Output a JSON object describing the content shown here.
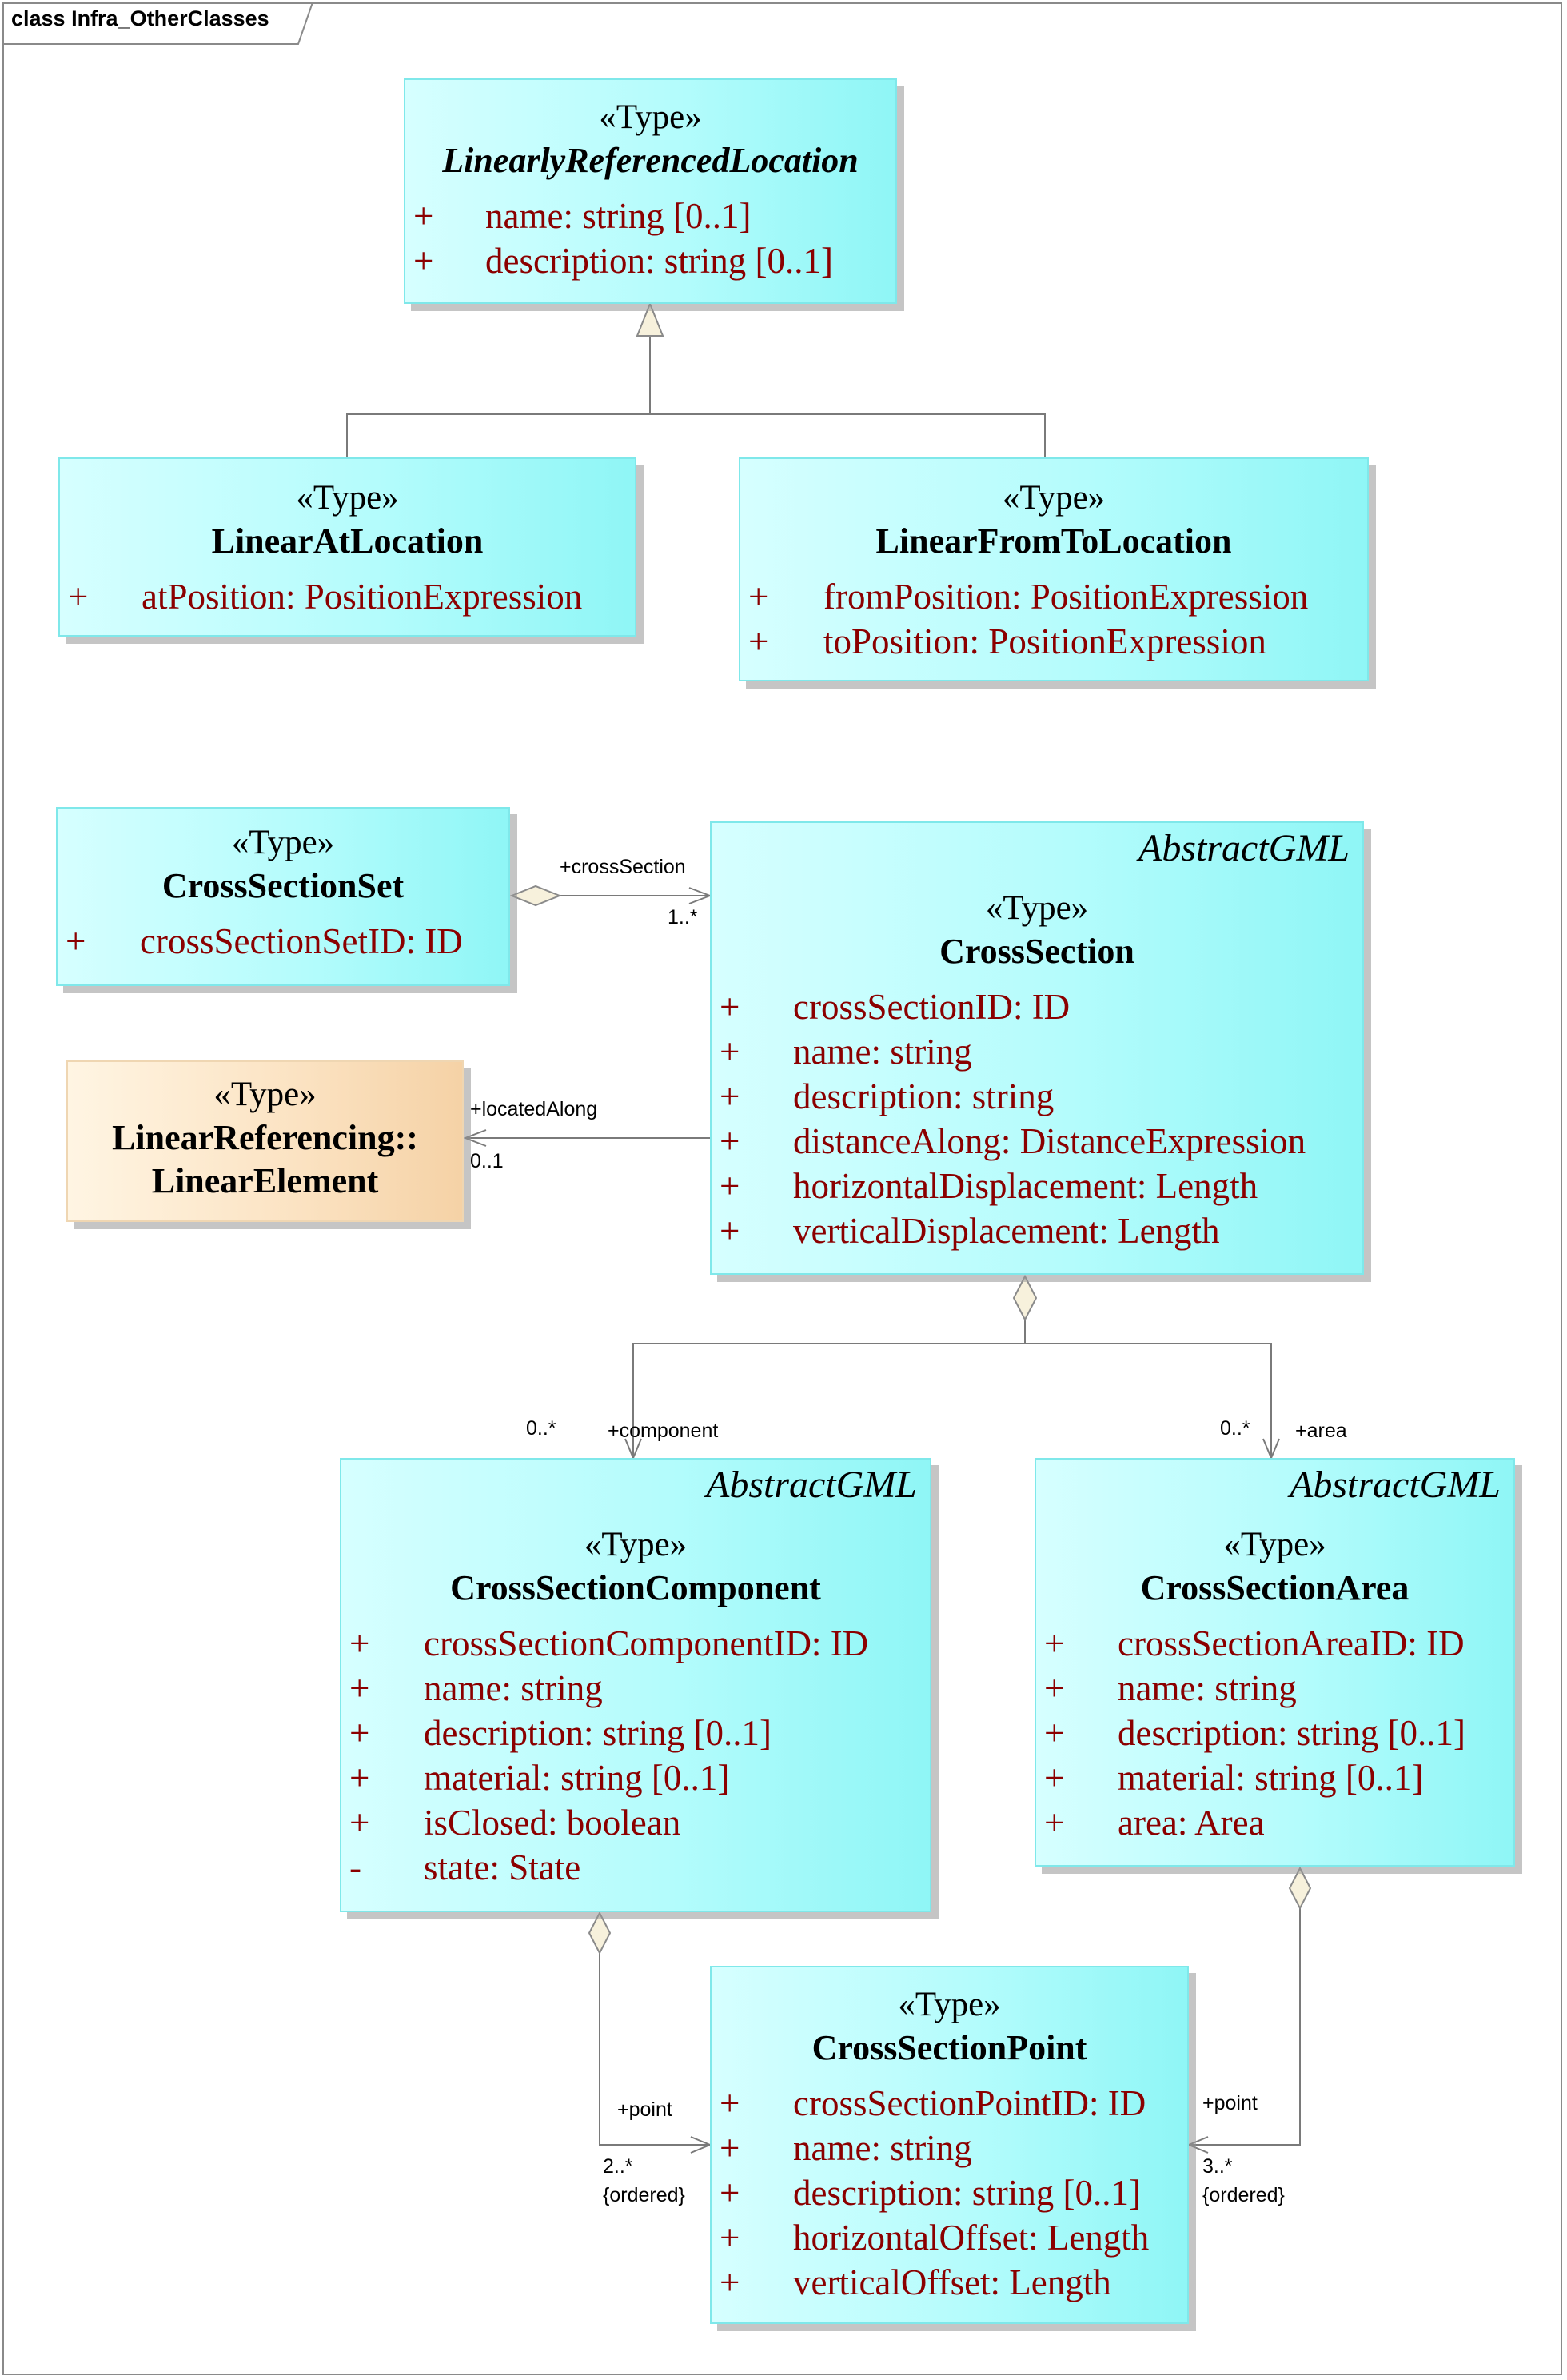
{
  "frame": {
    "title": "class Infra_OtherClasses"
  },
  "classes": {
    "lrl": {
      "stereotype": "«Type»",
      "name": "LinearlyReferencedLocation",
      "attributes": [
        {
          "vis": "+",
          "text": "name: string [0..1]"
        },
        {
          "vis": "+",
          "text": "description: string [0..1]"
        }
      ]
    },
    "lal": {
      "stereotype": "«Type»",
      "name": "LinearAtLocation",
      "attributes": [
        {
          "vis": "+",
          "text": "atPosition: PositionExpression"
        }
      ]
    },
    "lftl": {
      "stereotype": "«Type»",
      "name": "LinearFromToLocation",
      "attributes": [
        {
          "vis": "+",
          "text": "fromPosition: PositionExpression"
        },
        {
          "vis": "+",
          "text": "toPosition: PositionExpression"
        }
      ]
    },
    "css": {
      "stereotype": "«Type»",
      "name": "CrossSectionSet",
      "attributes": [
        {
          "vis": "+",
          "text": "crossSectionSetID: ID"
        }
      ]
    },
    "le": {
      "stereotype": "«Type»",
      "name_line1": "LinearReferencing::",
      "name_line2": "LinearElement"
    },
    "cs": {
      "tag": "AbstractGML",
      "stereotype": "«Type»",
      "name": "CrossSection",
      "attributes": [
        {
          "vis": "+",
          "text": "crossSectionID: ID"
        },
        {
          "vis": "+",
          "text": "name: string"
        },
        {
          "vis": "+",
          "text": "description: string"
        },
        {
          "vis": "+",
          "text": "distanceAlong: DistanceExpression"
        },
        {
          "vis": "+",
          "text": "horizontalDisplacement: Length"
        },
        {
          "vis": "+",
          "text": "verticalDisplacement: Length"
        }
      ]
    },
    "csc": {
      "tag": "AbstractGML",
      "stereotype": "«Type»",
      "name": "CrossSectionComponent",
      "attributes": [
        {
          "vis": "+",
          "text": "crossSectionComponentID: ID"
        },
        {
          "vis": "+",
          "text": "name: string"
        },
        {
          "vis": "+",
          "text": "description: string [0..1]"
        },
        {
          "vis": "+",
          "text": "material: string [0..1]"
        },
        {
          "vis": "+",
          "text": "isClosed: boolean"
        },
        {
          "vis": "-",
          "text": "state: State"
        }
      ]
    },
    "csa": {
      "tag": "AbstractGML",
      "stereotype": "«Type»",
      "name": "CrossSectionArea",
      "attributes": [
        {
          "vis": "+",
          "text": "crossSectionAreaID: ID"
        },
        {
          "vis": "+",
          "text": "name: string"
        },
        {
          "vis": "+",
          "text": "description: string [0..1]"
        },
        {
          "vis": "+",
          "text": "material: string [0..1]"
        },
        {
          "vis": "+",
          "text": "area: Area"
        }
      ]
    },
    "csp": {
      "stereotype": "«Type»",
      "name": "CrossSectionPoint",
      "attributes": [
        {
          "vis": "+",
          "text": "crossSectionPointID: ID"
        },
        {
          "vis": "+",
          "text": "name: string"
        },
        {
          "vis": "+",
          "text": "description: string [0..1]"
        },
        {
          "vis": "+",
          "text": "horizontalOffset: Length"
        },
        {
          "vis": "+",
          "text": "verticalOffset: Length"
        }
      ]
    }
  },
  "associations": {
    "crossSection": {
      "role": "+crossSection",
      "mult": "1..*"
    },
    "locatedAlong": {
      "role": "+locatedAlong",
      "mult": "0..1"
    },
    "component": {
      "role": "+component",
      "mult": "0..*"
    },
    "area": {
      "role": "+area",
      "mult": "0..*"
    },
    "point_component": {
      "role": "+point",
      "mult": "2..*",
      "constraint": "{ordered}"
    },
    "point_area": {
      "role": "+point",
      "mult": "3..*",
      "constraint": "{ordered}"
    }
  }
}
